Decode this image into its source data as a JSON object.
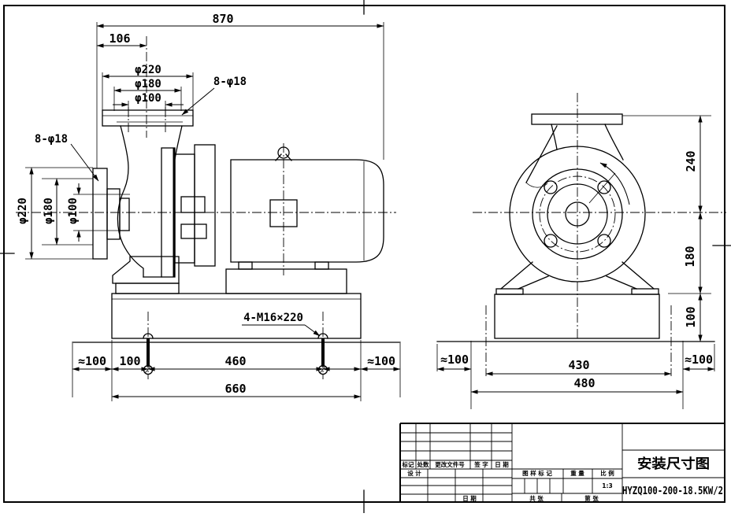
{
  "drawing": {
    "title": "安装尺寸图",
    "model": "HYZQ100-200-18.5KW/2"
  },
  "left_view": {
    "overall_length": "870",
    "flange_offset": "106",
    "discharge_flange_diams": [
      "φ220",
      "φ180",
      "φ100"
    ],
    "discharge_bolt_note": "8-φ18",
    "suction_bolt_note": "8-φ18",
    "suction_flange_diams": [
      "φ220",
      "φ180",
      "φ100"
    ],
    "anchor_bolt_note": "4-M16×220",
    "foundation_margin_left": "≈100",
    "bolt_edge_offset": "100",
    "anchor_bolt_spacing": "460",
    "foundation_margin_right": "≈100",
    "baseplate_length": "660"
  },
  "right_view": {
    "flange_to_center_height": "240",
    "center_to_base_height": "180",
    "base_height": "100",
    "foundation_margin_left": "≈100",
    "anchor_bolt_spacing": "430",
    "baseplate_width": "480",
    "foundation_margin_right": "≈100"
  },
  "title_block": {
    "revision_headers": [
      "标记",
      "处数",
      "更改文件号",
      "签 字",
      "日 期"
    ],
    "designer_label": "设 计",
    "date_label": "日 期",
    "stamp_label": "图 样 标 记",
    "weight_label": "重 量",
    "scale_label": "比 例",
    "scale_value": "1:3",
    "sheet_total_label": "共  张",
    "sheet_number_label": "第  张",
    "drawing_title": "安装尺寸图",
    "model_number": "HYZQ100-200-18.5KW/2"
  }
}
